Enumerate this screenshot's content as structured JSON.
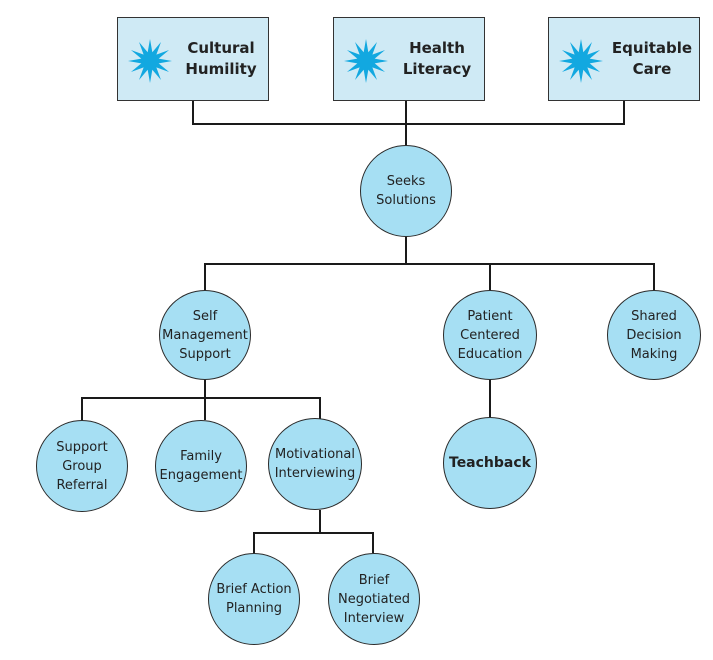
{
  "top_concepts": [
    {
      "label": "Cultural\nHumility",
      "icon": "star-burst-icon"
    },
    {
      "label": "Health\nLiteracy",
      "icon": "star-burst-icon"
    },
    {
      "label": "Equitable\nCare",
      "icon": "star-burst-icon"
    }
  ],
  "nodes": {
    "seeks_solutions": "Seeks\nSolutions",
    "self_management_support": "Self\nManagement\nSupport",
    "patient_centered_education": "Patient\nCentered\nEducation",
    "shared_decision_making": "Shared\nDecision\nMaking",
    "support_group_referral": "Support\nGroup\nReferral",
    "family_engagement": "Family\nEngagement",
    "motivational_interviewing": "Motivational\nInterviewing",
    "teachback": "Teachback",
    "brief_action_planning": "Brief Action\nPlanning",
    "brief_negotiated_interview": "Brief\nNegotiated\nInterview"
  },
  "colors": {
    "box_fill": "#cfeaf5",
    "node_fill": "#a6dff3",
    "star": "#12a8e0",
    "line": "#1a1a1a"
  }
}
